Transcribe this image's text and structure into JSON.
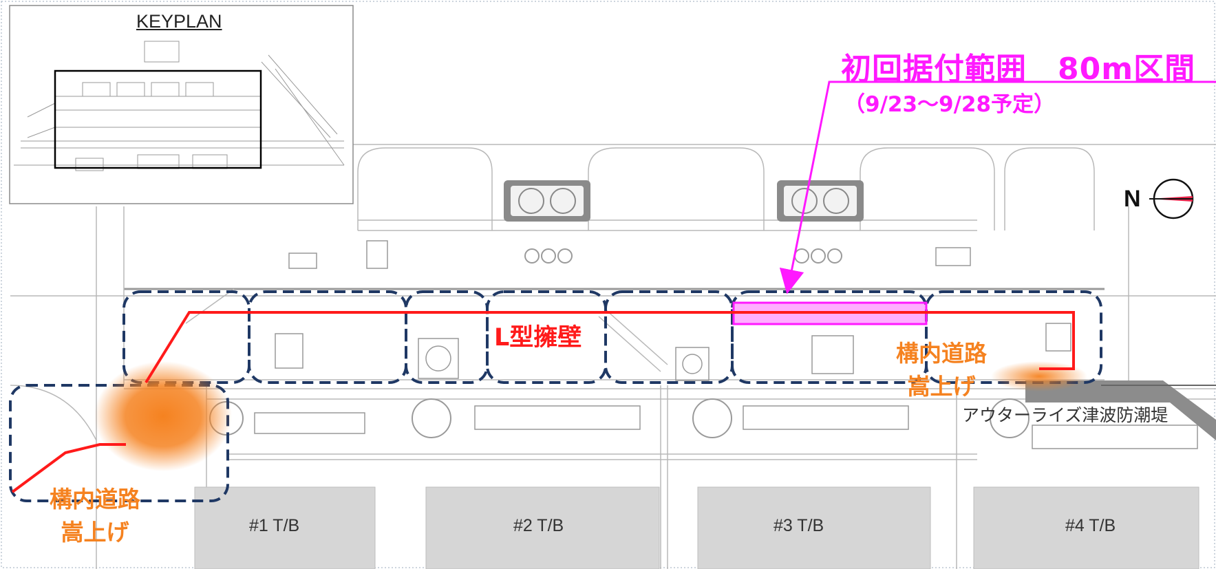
{
  "keyplan": {
    "title": "KEYPLAN"
  },
  "callout": {
    "title": "初回据付範囲　80m区間",
    "subtitle": "（9/23〜9/28予定）"
  },
  "labels": {
    "l_wall": "L型擁壁",
    "road_raise_right_line1": "構内道路",
    "road_raise_right_line2": "嵩上げ",
    "road_raise_left_line1": "構内道路",
    "road_raise_left_line2": "嵩上げ",
    "seawall": "アウターライズ津波防潮堤",
    "north": "N"
  },
  "turbine_buildings": [
    {
      "name": "#1 T/B"
    },
    {
      "name": "#2 T/B"
    },
    {
      "name": "#3 T/B"
    },
    {
      "name": "#4 T/B"
    }
  ],
  "colors": {
    "magenta": "#ff19ff",
    "red": "#ff1a1a",
    "orange": "#f58220",
    "navy_dash": "#1f3864",
    "drawing_gray": "#b5b5b5",
    "building_fill": "#d6d6d6"
  }
}
